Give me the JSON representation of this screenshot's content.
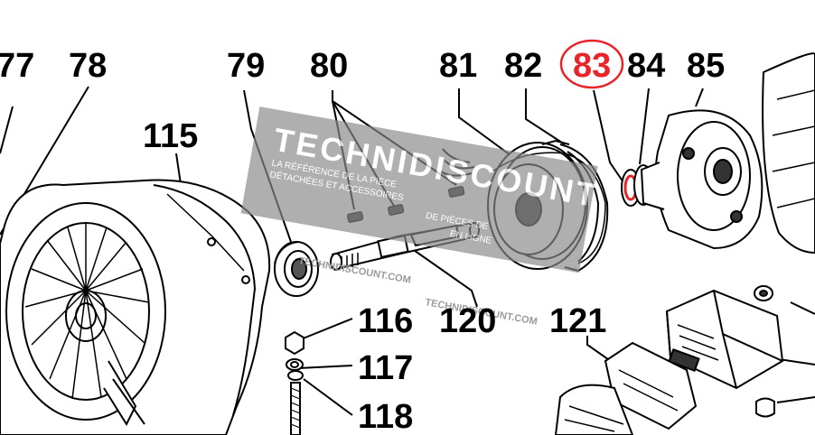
{
  "diagram": {
    "labels": {
      "l77": "77",
      "l78": "78",
      "l79": "79",
      "l80": "80",
      "l81": "81",
      "l82": "82",
      "l83": "83",
      "l84": "84",
      "l85": "85",
      "l115": "115",
      "l116": "116",
      "l117": "117",
      "l118": "118",
      "l120": "120",
      "l121": "121"
    },
    "highlight_color": "#e8262a"
  },
  "watermark": {
    "brand": "TECHNIDISCOUNT",
    "tagline_1": "LA RÉFÉRENCE DE LA PIÈCE",
    "tagline_2": "DÉTACHÉES ET ACCESSOIRES",
    "tagline_3": "DE PIÈCES DE",
    "tagline_4": "EN LIGNE",
    "url_1": "TECHNIDISCOUNT.COM",
    "url_2": "TECHNIDISCOUNT.COM"
  }
}
